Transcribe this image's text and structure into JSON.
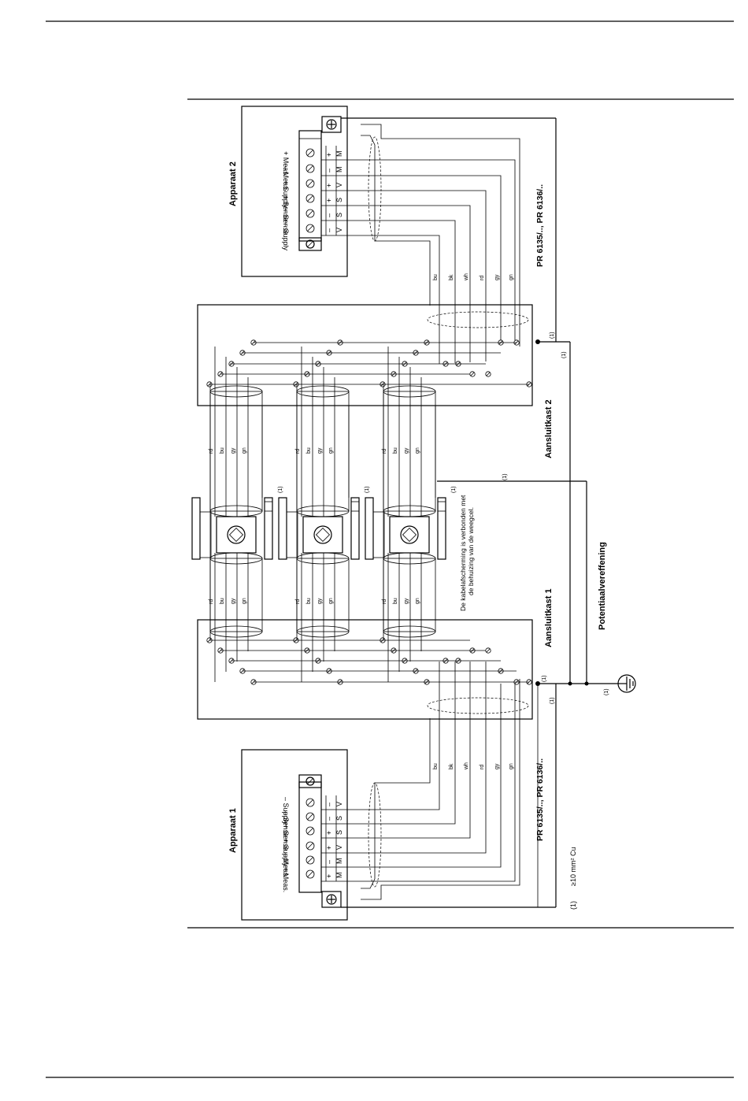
{
  "labels": {
    "device1": "Apparaat 1",
    "device2": "Apparaat 2",
    "junction1": "Aansluitkast 1",
    "junction2": "Aansluitkast 2",
    "cable_type": "PR 6135/.., PR 6136/..",
    "equipotential": "Potentiaalvereffening",
    "note_shield_1": "De kabelafscherming is verbonden met",
    "note_shield_2": "de behuizing van de weegcel.",
    "footnote_mark": "(1)",
    "footnote_text": "≥10 mm² Cu"
  },
  "terminal_names": [
    "+ Meas.",
    "– Meas.",
    "+ Supply",
    "+ Sense",
    "– Sense",
    "– Supply"
  ],
  "terminal_codes_dev2": [
    [
      "+",
      "M"
    ],
    [
      "–",
      "M"
    ],
    [
      "+",
      "V"
    ],
    [
      "+",
      "S"
    ],
    [
      "–",
      "S"
    ],
    [
      "–",
      "V"
    ]
  ],
  "terminal_codes_dev1": [
    [
      "–",
      "V"
    ],
    [
      "–",
      "S"
    ],
    [
      "+",
      "S"
    ],
    [
      "+",
      "V"
    ],
    [
      "–",
      "M"
    ],
    [
      "+",
      "M"
    ]
  ],
  "cable_wires_6": [
    "bu",
    "bk",
    "wh",
    "rd",
    "gy",
    "gn"
  ],
  "cell_wires_4": [
    "rd",
    "bu",
    "gy",
    "gn"
  ]
}
